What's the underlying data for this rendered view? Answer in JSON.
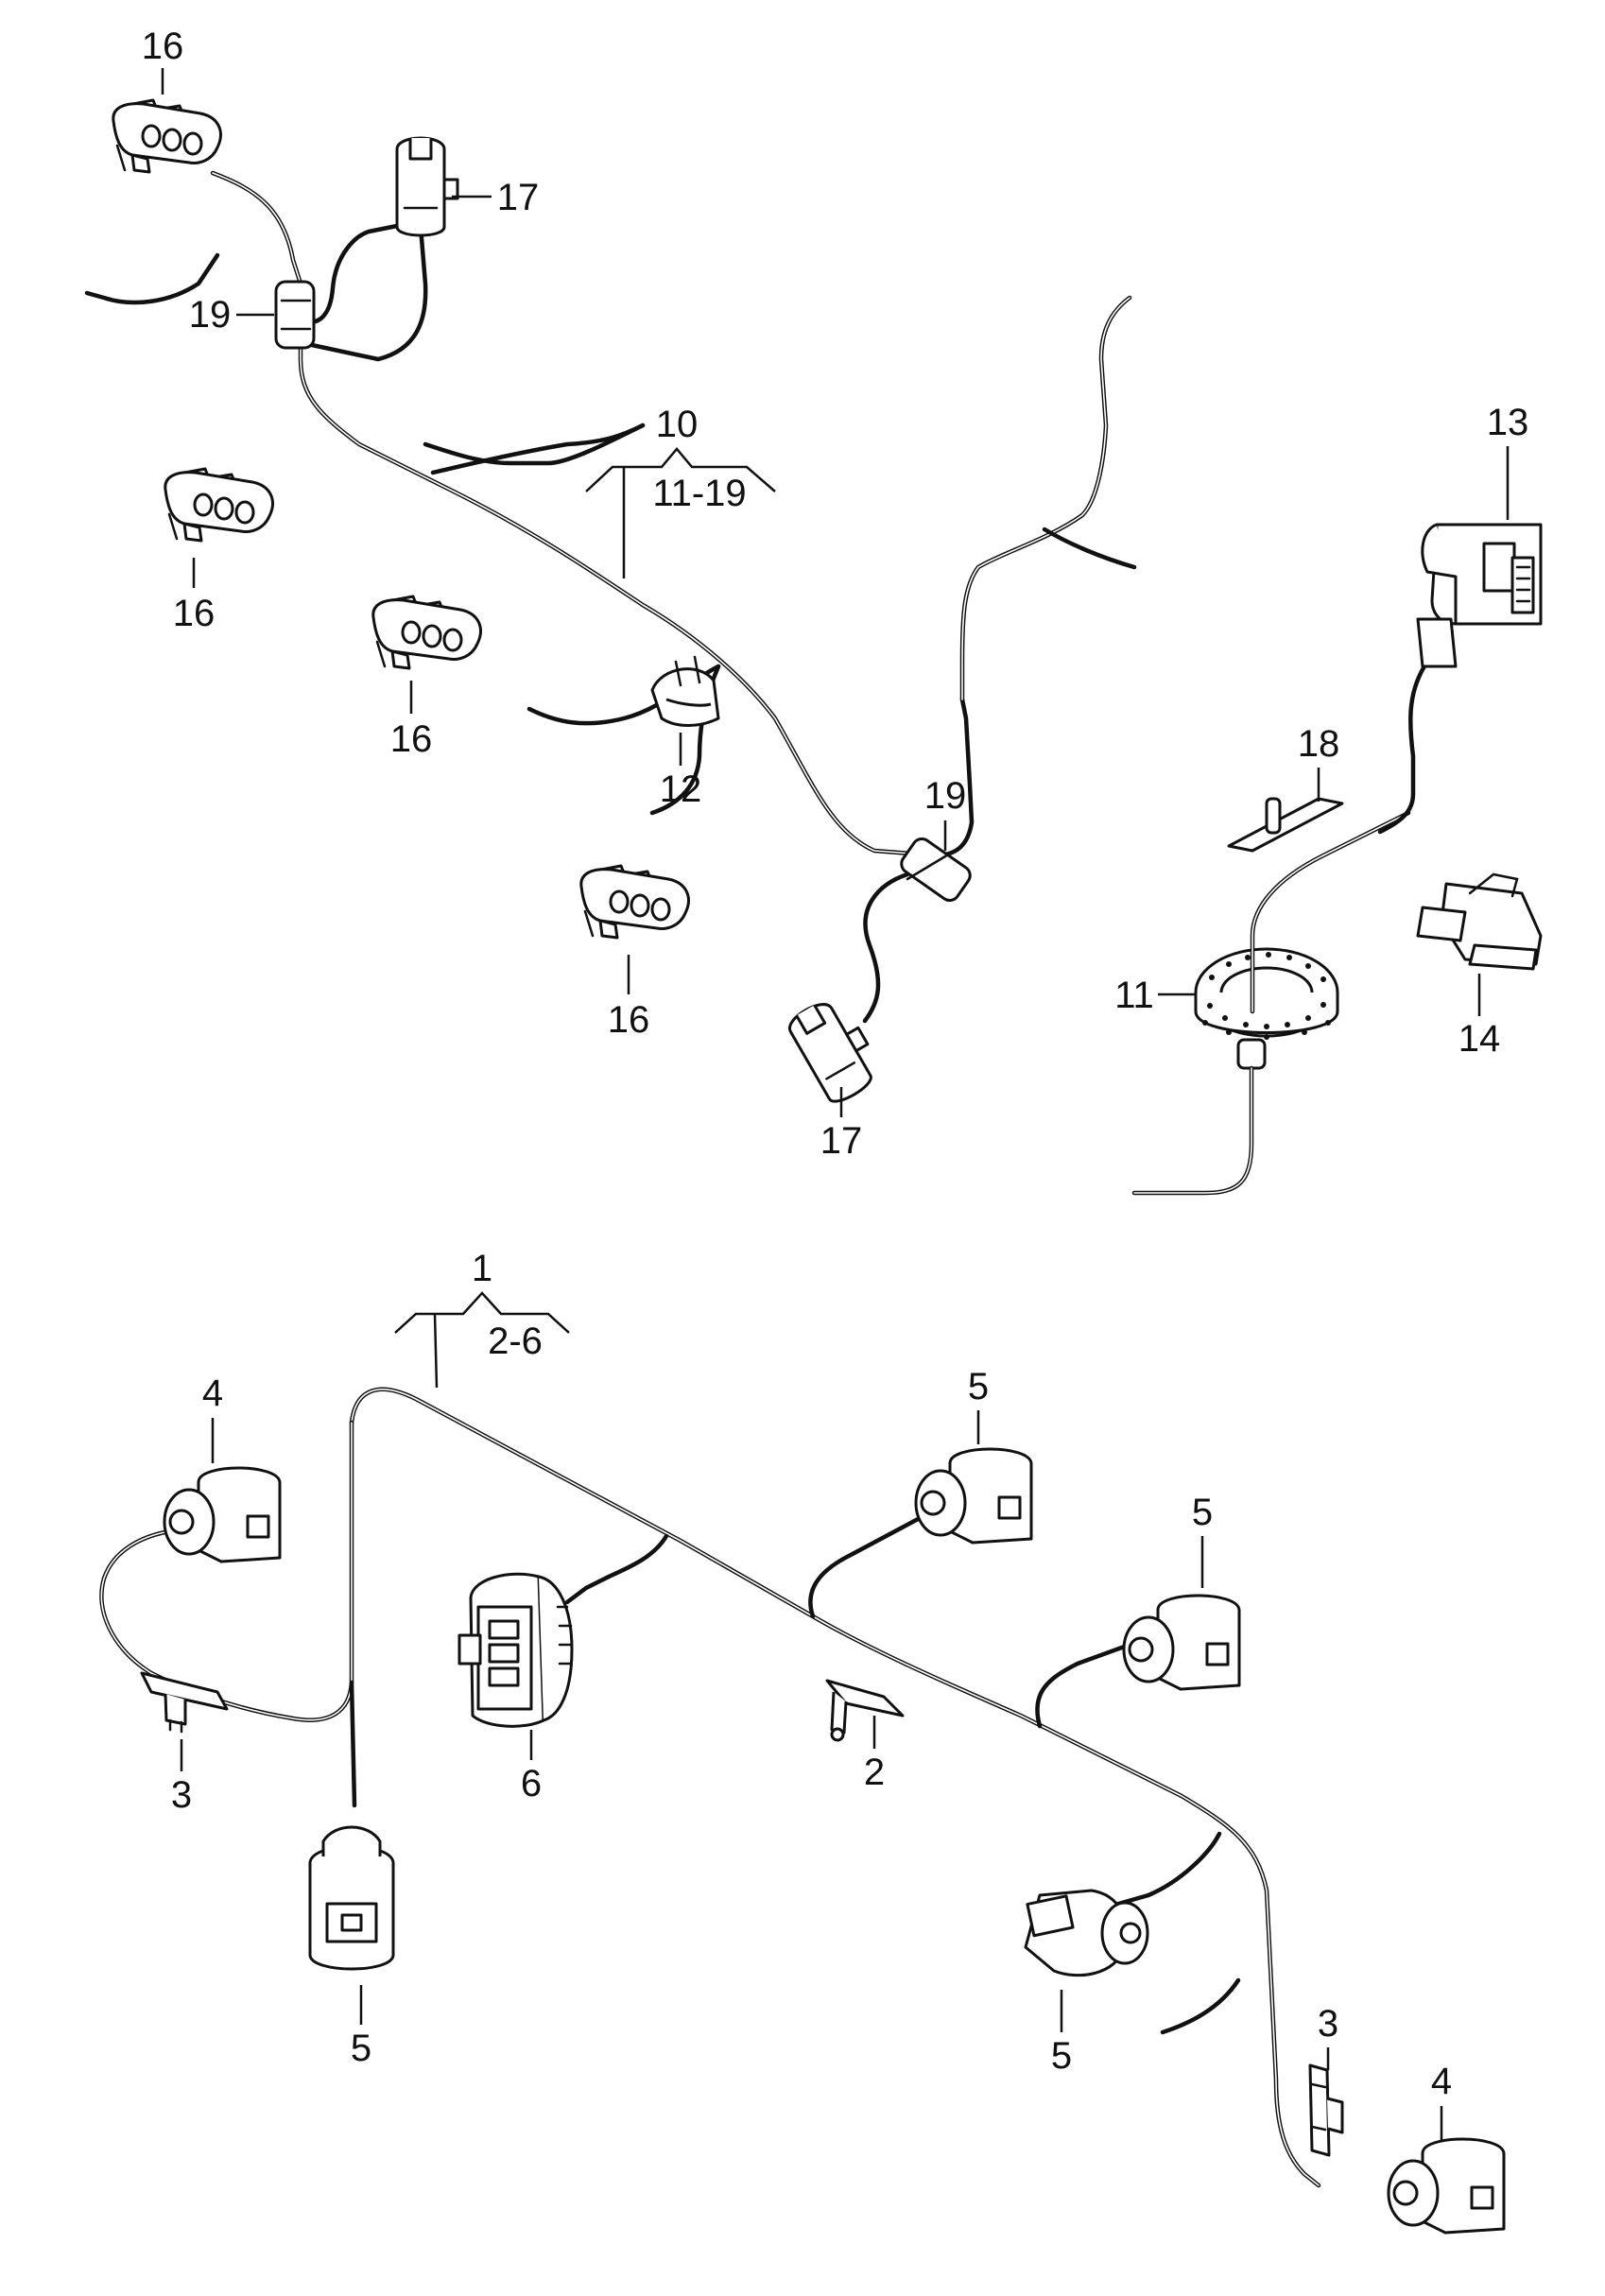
{
  "labels": {
    "p1": "1",
    "p2": "2",
    "p3a": "3",
    "p3b": "3",
    "p4a": "4",
    "p4b": "4",
    "p5a": "5",
    "p5b": "5",
    "p5c": "5",
    "p5d": "5",
    "p6": "6",
    "p10": "10",
    "p11": "11",
    "p12": "12",
    "p13": "13",
    "p14": "14",
    "p16a": "16",
    "p16b": "16",
    "p16c": "16",
    "p16d": "16",
    "p17a": "17",
    "p17b": "17",
    "p18": "18",
    "p19a": "19",
    "p19b": "19",
    "range_top": "11-19",
    "range_bottom": "2-6"
  }
}
